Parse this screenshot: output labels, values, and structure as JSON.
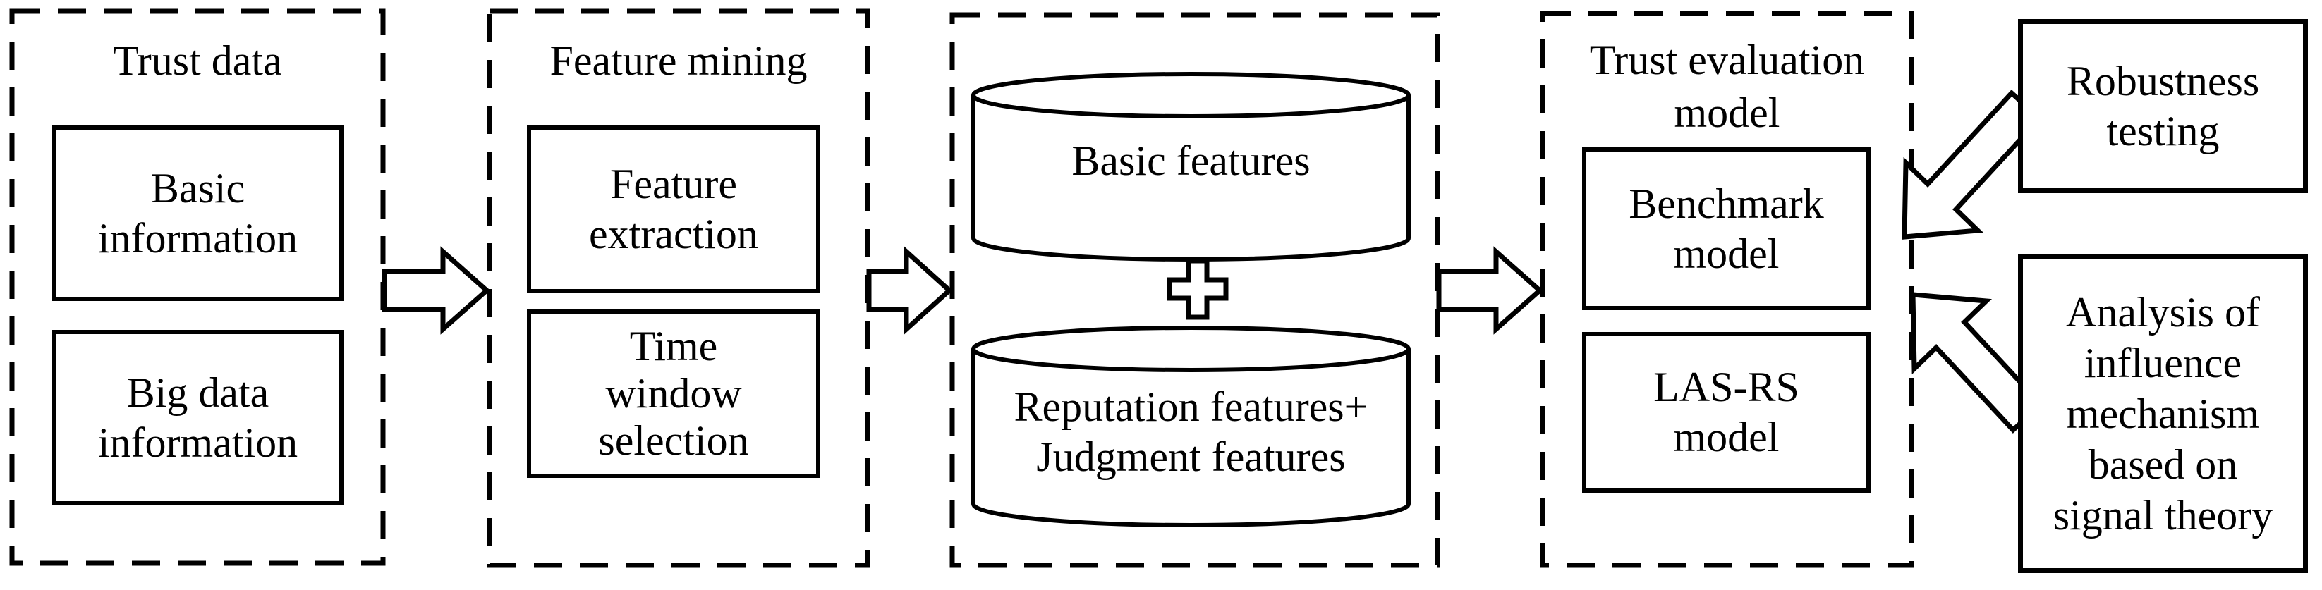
{
  "colors": {
    "line": "#000000",
    "background": "#ffffff"
  },
  "panels": {
    "trust_data": {
      "title": "Trust data",
      "basic_info_line1": "Basic",
      "basic_info_line2": "information",
      "big_data_line1": "Big data",
      "big_data_line2": "information"
    },
    "feature_mining": {
      "title": "Feature mining",
      "extraction_line1": "Feature",
      "extraction_line2": "extraction",
      "time_window_line1": "Time",
      "time_window_line2": "window",
      "time_window_line3": "selection"
    },
    "feature_store": {
      "basic_features": "Basic features",
      "plus_symbol": "+",
      "combined_line1": "Reputation features+",
      "combined_line2": "Judgment features"
    },
    "trust_evaluation": {
      "title_line1": "Trust evaluation",
      "title_line2": "model",
      "benchmark_line1": "Benchmark",
      "benchmark_line2": "model",
      "lasrs_line1": "LAS-RS",
      "lasrs_line2": "model"
    },
    "robustness": {
      "line1": "Robustness",
      "line2": "testing"
    },
    "analysis": {
      "line1": "Analysis of",
      "line2": "influence",
      "line3": "mechanism",
      "line4": "based on",
      "line5": "signal theory"
    }
  }
}
